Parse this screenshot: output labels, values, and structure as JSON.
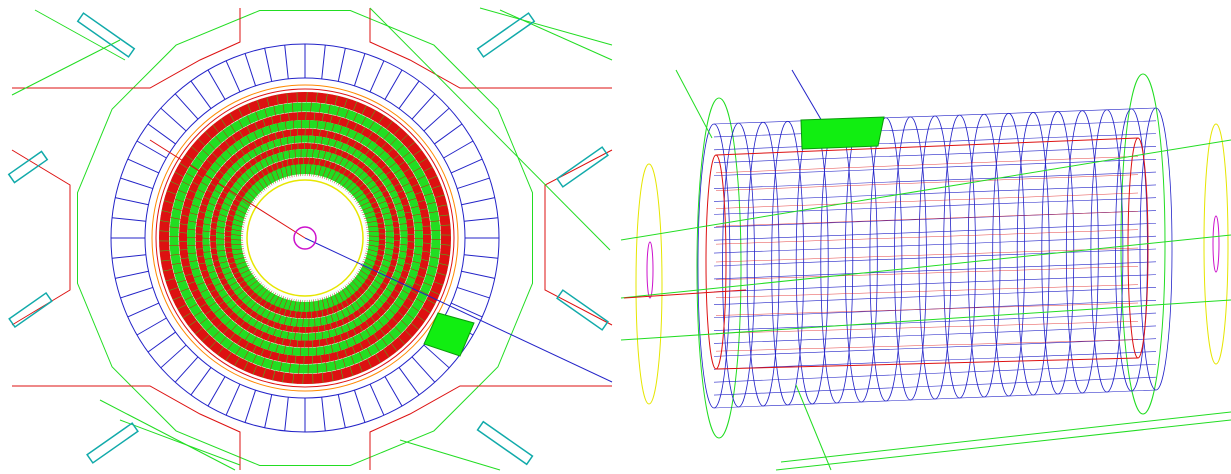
{
  "panels": [
    {
      "view": "end-view"
    },
    {
      "view": "side-view"
    }
  ],
  "colors": {
    "background": "#ffffff",
    "blue": "#2323c8",
    "red": "#dd1111",
    "green": "#22dd22",
    "bright_green": "#11ee11",
    "yellow": "#e6e600",
    "magenta": "#cc11cc",
    "cyan": "#11aaaa",
    "orange": "#ff8800"
  },
  "end_view": {
    "outer_segments": 60,
    "octagon_sides": 16
  },
  "side_view": {
    "outer_rings": 19,
    "axial_lines": 22
  }
}
